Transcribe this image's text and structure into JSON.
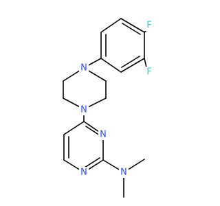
{
  "molecule": {
    "atoms": {
      "f1": {
        "symbol": "F",
        "color": "#33cccc"
      },
      "f2": {
        "symbol": "F",
        "color": "#33cccc"
      },
      "n_pip_top": {
        "symbol": "N",
        "color": "#3050f8"
      },
      "n_pip_bottom": {
        "symbol": "N",
        "color": "#3050f8"
      },
      "n_pyr_right": {
        "symbol": "N",
        "color": "#3050f8"
      },
      "n_pyr_bottom": {
        "symbol": "N",
        "color": "#3050f8"
      },
      "n_amine": {
        "symbol": "N",
        "color": "#3050f8"
      }
    },
    "bond_color": "#000000"
  }
}
